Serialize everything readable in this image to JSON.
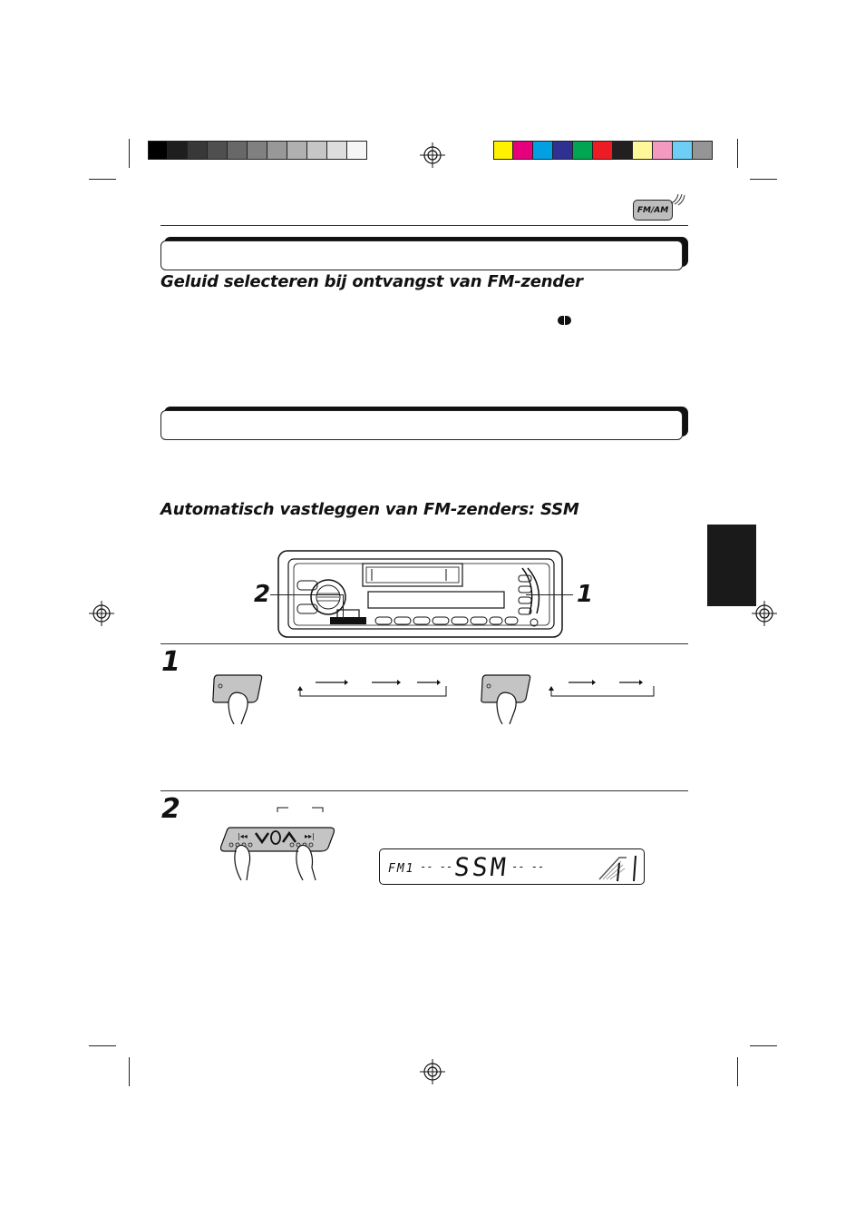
{
  "badge": {
    "label": "FM/AM",
    "icon": "radio-wave-icon"
  },
  "section1": {
    "subheading": "Geluid selecteren bij ontvangst van FM-zender"
  },
  "section2": {
    "subheading": "Automatisch vastleggen van FM-zenders: SSM"
  },
  "callouts": {
    "left": "2",
    "right": "1"
  },
  "steps": [
    {
      "number": "1"
    },
    {
      "number": "2"
    }
  ],
  "display": {
    "band": "FM1",
    "text": "SSM",
    "dashes": "-- --"
  },
  "colors": {
    "grays": [
      "#000000",
      "#1e1e1e",
      "#383838",
      "#4f4f4f",
      "#686868",
      "#808080",
      "#989898",
      "#b0b0b0",
      "#c6c6c6",
      "#dddddd",
      "#f6f6f6"
    ],
    "process": [
      "#fff200",
      "#e6007e",
      "#00a0e3",
      "#2e3192",
      "#00a651",
      "#ed1c24",
      "#231f20",
      "#fff799",
      "#f49ac1",
      "#6dcff6",
      "#959595"
    ]
  }
}
